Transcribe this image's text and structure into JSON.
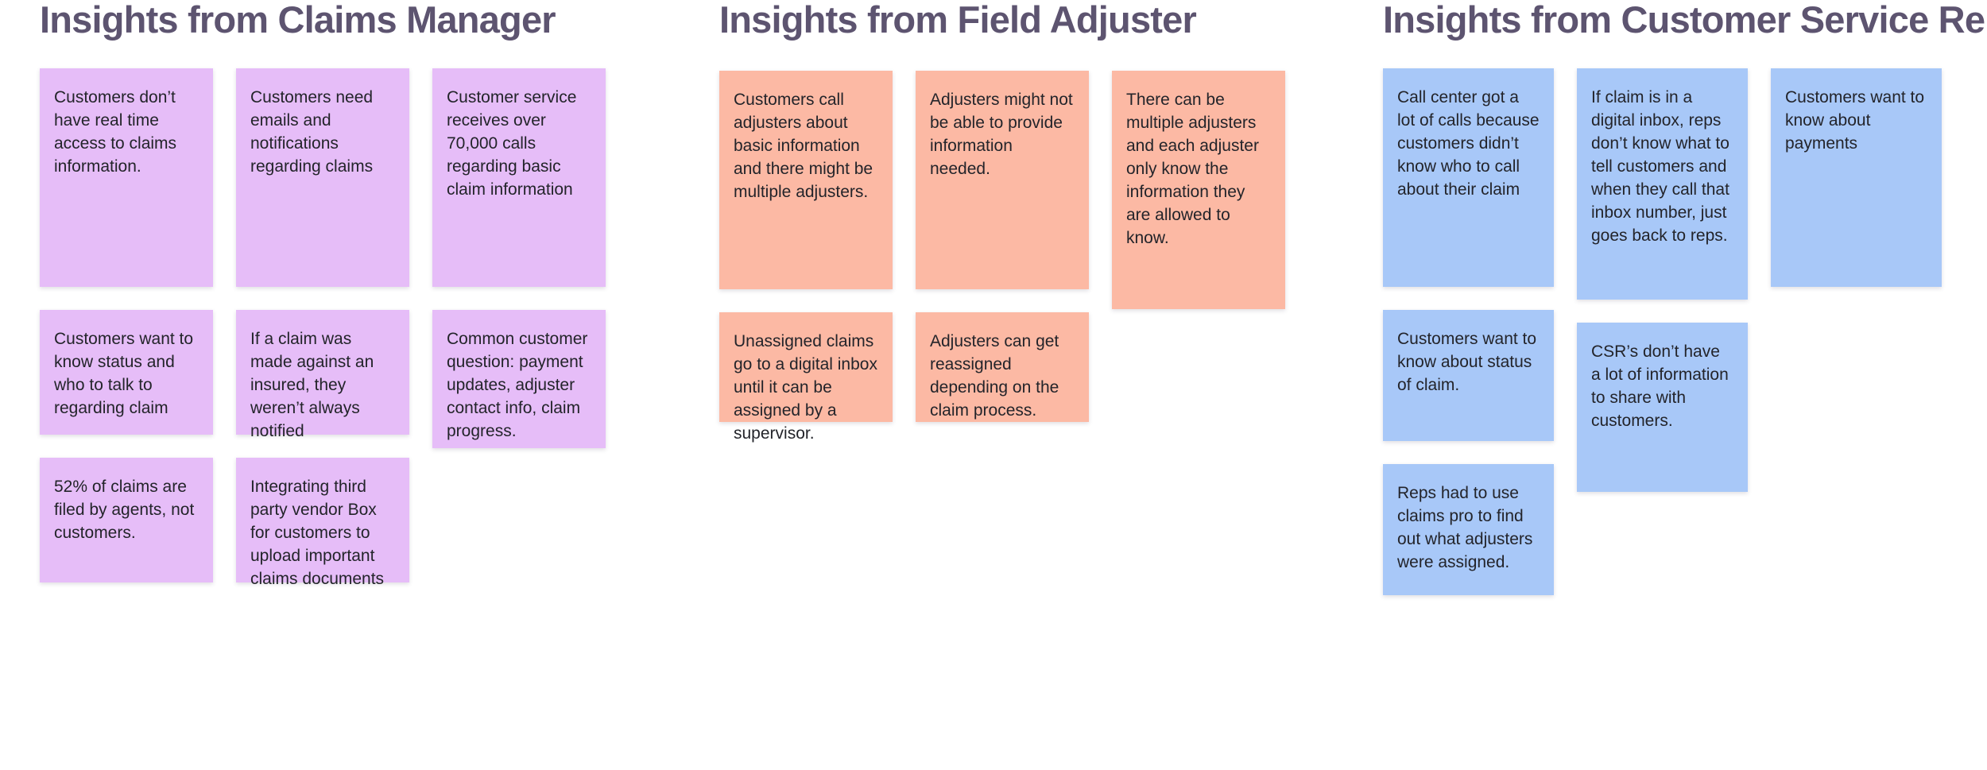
{
  "board": {
    "background_color": "#ffffff",
    "title_color": "#5d5470"
  },
  "sections": [
    {
      "id": "claims-manager",
      "title": "Insights from Claims Manager",
      "note_color": "#e6bdf8",
      "columns": [
        {
          "notes": [
            "Customers don’t have real time access to claims information.",
            "Customers want to know status and who to talk to regarding claim",
            "52% of claims are filed by agents, not customers."
          ]
        },
        {
          "notes": [
            "Customers need emails and notifications regarding claims",
            "If a claim was made against an insured, they weren’t always notified",
            "Integrating third party vendor Box for customers to upload important claims documents"
          ]
        },
        {
          "notes": [
            "Customer service receives over 70,000 calls regarding basic claim information",
            "Common customer question: payment updates, adjuster contact info, claim progress."
          ]
        }
      ]
    },
    {
      "id": "field-adjuster",
      "title": "Insights from Field Adjuster",
      "note_color": "#fcb9a4",
      "columns": [
        {
          "notes": [
            "Customers call adjusters about basic information and there might be multiple adjusters.",
            "Unassigned claims go to a digital inbox until it can be assigned by a supervisor."
          ]
        },
        {
          "notes": [
            "Adjusters might not be able to provide information needed.",
            "Adjusters can get reassigned depending on the claim process."
          ]
        },
        {
          "notes": [
            "There can be multiple adjusters and each adjuster only know the information they are allowed to know."
          ]
        }
      ]
    },
    {
      "id": "csr",
      "title": "Insights from Customer Service Rep",
      "note_color": "#a8c8f8",
      "columns": [
        {
          "notes": [
            "Call center got a lot of calls because customers didn’t know who to call about their claim",
            "Customers want to know about status of claim.",
            "Reps had to use claims pro to find out what adjusters were assigned."
          ]
        },
        {
          "notes": [
            "If claim is in a digital inbox, reps don’t know what to tell customers and when they call that inbox number, just goes back to reps.",
            "CSR’s don’t have a lot of information to share with customers."
          ]
        },
        {
          "notes": [
            "Customers want to know about payments"
          ]
        }
      ]
    }
  ]
}
